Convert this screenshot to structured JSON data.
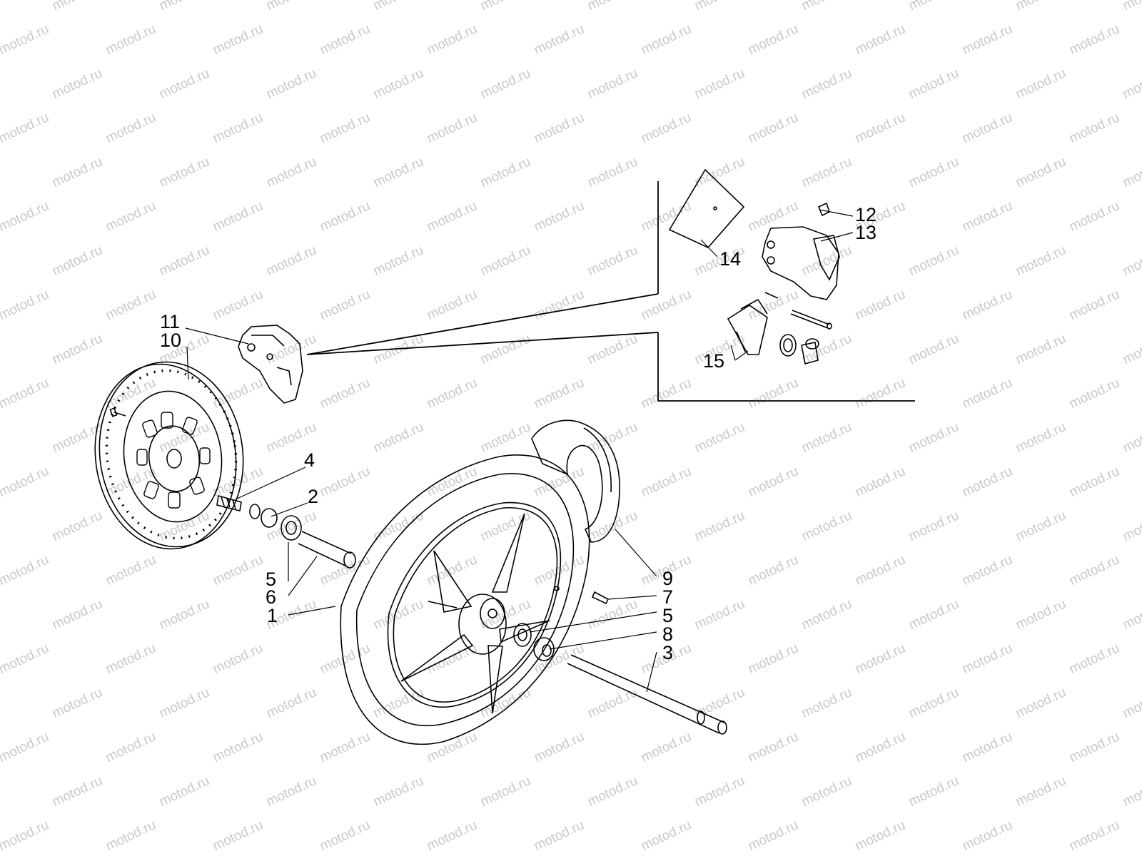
{
  "watermark": {
    "text": "motod.ru",
    "color": "#c9c9c9"
  },
  "diagram": {
    "line_color": "#000000",
    "background": "#ffffff",
    "callouts": [
      {
        "id": "c-11",
        "label": "11",
        "part": "brake-caliper"
      },
      {
        "id": "c-10",
        "label": "10",
        "part": "brake-disc"
      },
      {
        "id": "c-4",
        "label": "4",
        "part": "disc-bolt"
      },
      {
        "id": "c-2",
        "label": "2",
        "part": "spacer"
      },
      {
        "id": "c-5a",
        "label": "5",
        "part": "bearing-left"
      },
      {
        "id": "c-6",
        "label": "6",
        "part": "distance-tube"
      },
      {
        "id": "c-1",
        "label": "1",
        "part": "wheel"
      },
      {
        "id": "c-9",
        "label": "9",
        "part": "mudguard"
      },
      {
        "id": "c-7",
        "label": "7",
        "part": "valve"
      },
      {
        "id": "c-5b",
        "label": "5",
        "part": "bearing-right"
      },
      {
        "id": "c-8",
        "label": "8",
        "part": "seal-spacer"
      },
      {
        "id": "c-3",
        "label": "3",
        "part": "wheel-axle"
      },
      {
        "id": "c-12",
        "label": "12",
        "part": "bleed-screw"
      },
      {
        "id": "c-13",
        "label": "13",
        "part": "caliper-cover"
      },
      {
        "id": "c-14",
        "label": "14",
        "part": "kit-bag"
      },
      {
        "id": "c-15",
        "label": "15",
        "part": "brake-pads"
      }
    ]
  }
}
